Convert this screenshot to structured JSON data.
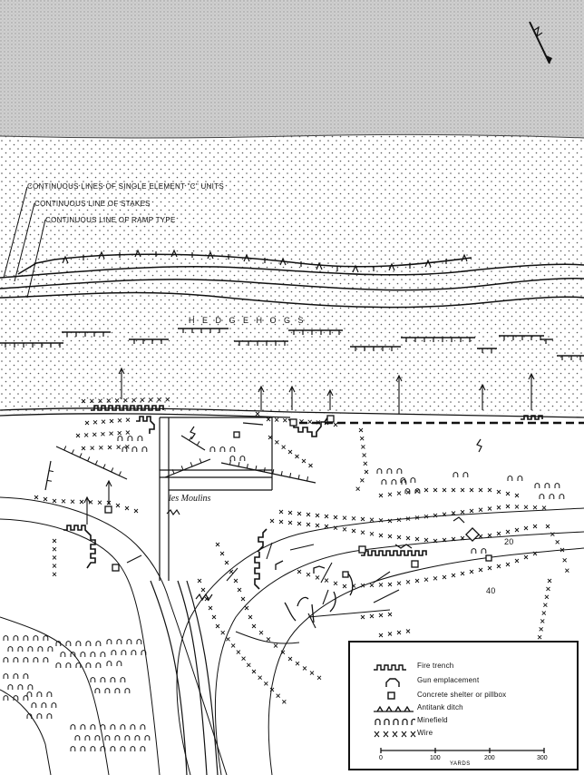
{
  "map": {
    "annotations": {
      "obstacle_1": "CONTINUOUS LINES OF SINGLE ELEMENT \"C\" UNITS",
      "obstacle_2": "CONTINUOUS LINE OF STAKES",
      "obstacle_3": "CONTINUOUS LINE OF RAMP TYPE",
      "hedgehogs": "H E D G E H O G S",
      "village": "les Moulins",
      "contour_20": "20",
      "contour_40": "40"
    }
  },
  "legend": {
    "items": [
      {
        "key": "fire-trench",
        "label": "Fire trench"
      },
      {
        "key": "gun-emplacement",
        "label": "Gun emplacement"
      },
      {
        "key": "concrete-shelter",
        "label": "Concrete shelter or pillbox"
      },
      {
        "key": "antitank-ditch",
        "label": "Antitank ditch"
      },
      {
        "key": "minefield",
        "label": "Minefield"
      },
      {
        "key": "wire",
        "label": "Wire"
      }
    ],
    "scale": {
      "ticks": [
        "0",
        "100",
        "200",
        "300"
      ],
      "unit": "YARDS"
    }
  },
  "colors": {
    "sea": "#c9c9c9",
    "beach_dots": "#555555",
    "ink": "#111111"
  }
}
